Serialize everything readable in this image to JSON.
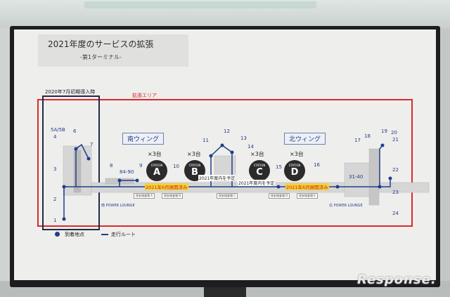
{
  "slide": {
    "title": "2021年度のサービスの拡張",
    "subtitle": "-第1ターミナル-",
    "initial_area_label": "2020年7月初期導入時",
    "expansion_area_label": "拡張エリア",
    "south_wing": "南ウィング",
    "north_wing": "北ウィング",
    "south_lounge": "南 POWER LOUNGE",
    "north_lounge": "北 POWER LOUNGE",
    "legend": {
      "arrival": "到着地点",
      "route": "走行ルート"
    }
  },
  "gates": [
    "5A/5B",
    "4",
    "6",
    "7",
    "3",
    "2",
    "1",
    "8",
    "84-90",
    "9",
    "10",
    "11",
    "12",
    "13",
    "14",
    "15",
    "16",
    "17",
    "18",
    "19",
    "20",
    "21",
    "22",
    "31-40",
    "23",
    "24"
  ],
  "stations": [
    {
      "letter": "A",
      "label": "STATION",
      "qty": "×3台",
      "status": "2021年6月展開済み"
    },
    {
      "letter": "B",
      "label": "STATION",
      "qty": "×3台",
      "status": "2021年度内を予定"
    },
    {
      "letter": "C",
      "label": "STATION",
      "qty": "×3台",
      "status": "2021年度内を予定"
    },
    {
      "letter": "D",
      "label": "STATION",
      "qty": "×3台",
      "status": "2021年6月展開済み"
    }
  ],
  "facility_labels": [
    "保安検査場 A",
    "保安検査場 B",
    "保安検査場 C",
    "保安検査場 D",
    "保安検査場 E"
  ],
  "watermark": "Response.",
  "colors": {
    "route": "#1f3e8a",
    "expansion": "#d92a2a",
    "done_highlight": "#f3d23a"
  }
}
